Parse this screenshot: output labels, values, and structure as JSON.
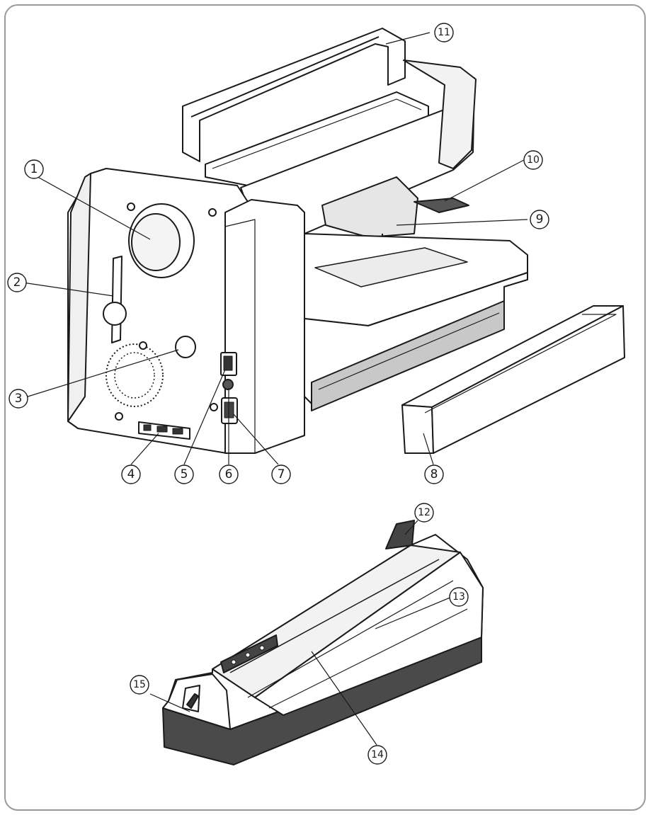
{
  "diagram": {
    "callouts": [
      {
        "id": "1",
        "label": "1"
      },
      {
        "id": "2",
        "label": "2"
      },
      {
        "id": "3",
        "label": "3"
      },
      {
        "id": "4",
        "label": "4"
      },
      {
        "id": "5",
        "label": "5"
      },
      {
        "id": "6",
        "label": "6"
      },
      {
        "id": "7",
        "label": "7"
      },
      {
        "id": "8",
        "label": "8"
      },
      {
        "id": "9",
        "label": "9"
      },
      {
        "id": "10",
        "label": "10"
      },
      {
        "id": "11",
        "label": "11"
      },
      {
        "id": "12",
        "label": "12"
      },
      {
        "id": "13",
        "label": "13"
      },
      {
        "id": "14",
        "label": "14"
      },
      {
        "id": "15",
        "label": "15"
      }
    ],
    "colors": {
      "line": "#1a1a1a",
      "panel": "#ffffff",
      "shade": "#e2e2e2",
      "shade_dark": "#bdbdbd",
      "base_dark": "#4a4a4a",
      "frame": "#9a9a9a"
    }
  }
}
